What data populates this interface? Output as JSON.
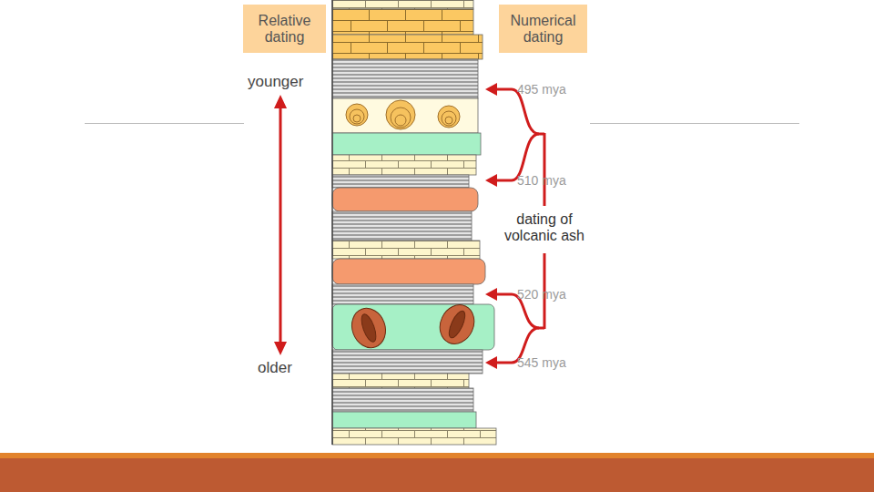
{
  "diagram": {
    "nodes": [
      {
        "text": [
          "Relative dating"
        ]
      },
      {
        "text": [
          "Numerical dating"
        ]
      }
    ],
    "labels": [
      "younger",
      "older",
      "495 mya",
      "510 mya",
      "520 mya",
      "545 mya",
      "dating of volcanic ash"
    ]
  }
}
